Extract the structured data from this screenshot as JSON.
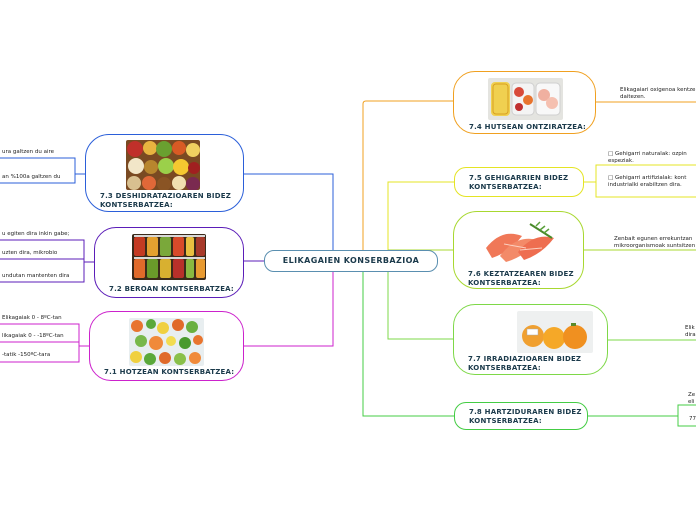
{
  "central": "ELIKAGAIEN  KONSERBAZIOA",
  "nodes": {
    "n73": {
      "label": "7.3 DESHIDRATAZIOAREN BIDEZ KONTSERBATZEA:",
      "color": "#2b5fd9",
      "image": "dried-fruit-nuts-photo"
    },
    "n72": {
      "label": "7.2 BEROAN KONTSERBATZEA:",
      "color": "#5b1db8",
      "image": "canned-jars-photo"
    },
    "n71": {
      "label": "7.1 HOTZEAN KONTSERBATZEA:",
      "color": "#cc22cc",
      "image": "frozen-vegetables-photo"
    },
    "n74": {
      "label": "7.4 HUTSEAN ONTZIRATZEA:",
      "color": "#f0a020",
      "image": "vacuum-packed-food-photo"
    },
    "n75": {
      "label": "7.5 GEHIGARRIEN BIDEZ KONTSERBATZEA:",
      "color": "#e4e424"
    },
    "n76": {
      "label": "7.6 KEZTATZEAREN BIDEZ KONTSERBATZEA:",
      "color": "#a8d830",
      "image": "smoked-salmon-photo"
    },
    "n77": {
      "label": "7.7  IRRADIAZIOAREN BIDEZ KONTSERBATZEA:",
      "color": "#7ed848",
      "image": "irradiated-fruit-photo"
    },
    "n78": {
      "label": "7.8    HARTZIDURAREN BIDEZ KONTSERBATZEA:",
      "color": "#44cc44"
    }
  },
  "leaves": {
    "l73a": "ura galtzen du aire",
    "l73b": "an %100a galtzen du",
    "l72a": "u egiten dira inkin gabe;",
    "l72b": "uzten dira, mikrobio",
    "l72c": "undutan mantenten dira",
    "l71a": "Elikagaiak 0 - 8ºC-tan",
    "l71b": "likagaiak 0 - -18ºC-tan",
    "l71c": "-tatik -150ºC-tara",
    "l74a": "Elikagaiari oxigenoa kentze",
    "l74b": "daitezen.",
    "l75a1": "□      Gehigarri naturalak: ozpin",
    "l75a2": "espeziak.",
    "l75b1": "□      Gehigarri artifizialak: kont",
    "l75b2": "industrialki erabiltzen dira.",
    "l76a": "Zenbait egunen errekuntzan",
    "l76b": "mikroorganismoak suntsitzen",
    "l77a": "Elik",
    "l77b": "dira",
    "l78a": "Ze",
    "l78b": "eli",
    "l78c": "77"
  }
}
